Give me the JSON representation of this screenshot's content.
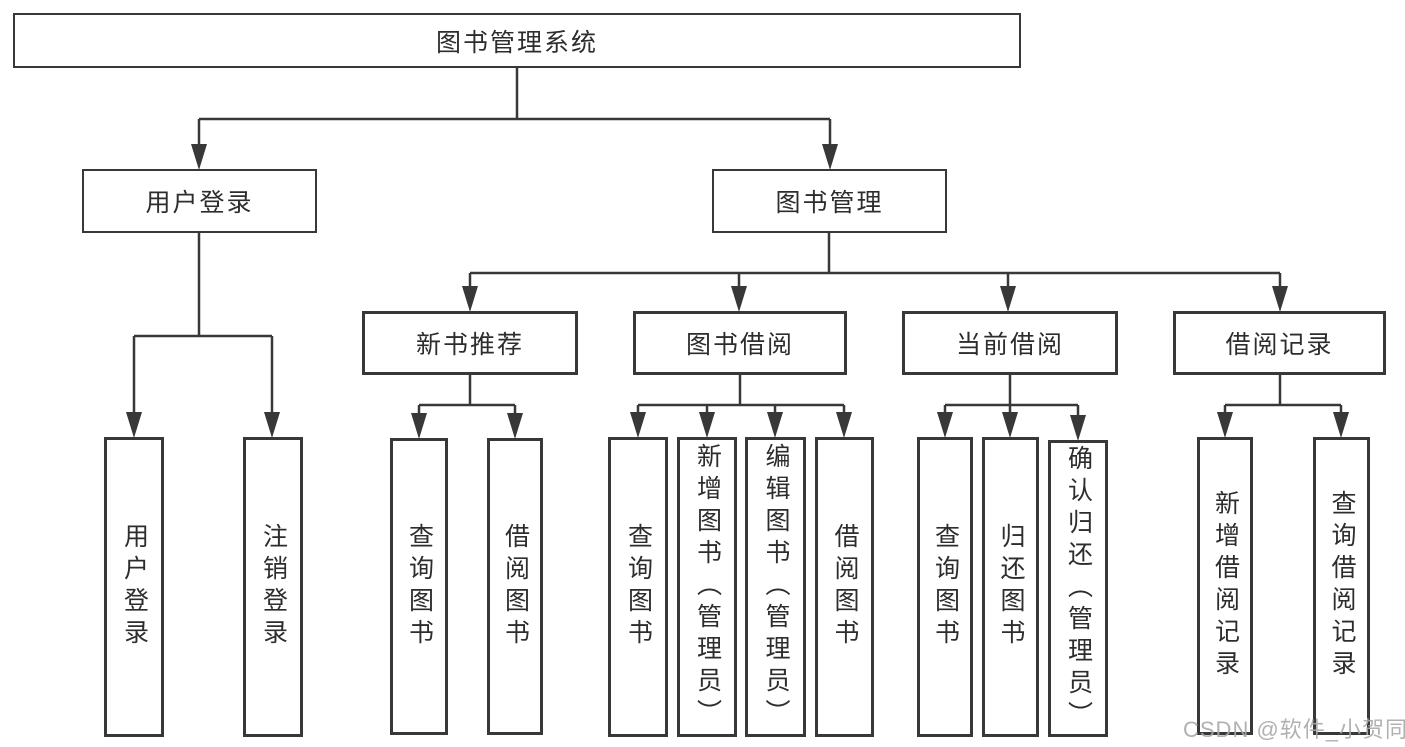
{
  "diagram": {
    "title": "图书管理系统",
    "colors": {
      "line": "#383838",
      "border": "#383838",
      "text": "#2d2d2d",
      "background": "#ffffff",
      "watermark": "#a9a9a9"
    },
    "nodes": {
      "root": "图书管理系统",
      "user_login": "用户登录",
      "book_management": "图书管理",
      "new_book_recommend": "新书推荐",
      "book_borrowing": "图书借阅",
      "current_borrowing": "当前借阅",
      "borrowing_records": "借阅记录",
      "login": "用户登录",
      "logout": "注销登录",
      "recommend_query_books": "查询图书",
      "recommend_borrow_books": "借阅图书",
      "borrowing_query_books": "查询图书",
      "borrowing_add_books": "新增图书（管理员）",
      "borrowing_edit_books": "编辑图书（管理员）",
      "borrowing_borrow_books": "借阅图书",
      "current_query_books": "查询图书",
      "current_return_books": "归还图书",
      "current_confirm_return": "确认归还（管理员）",
      "records_add_record": "新增借阅记录",
      "records_query_record": "查询借阅记录"
    },
    "watermark": "CSDN @软件_小贺同学"
  }
}
